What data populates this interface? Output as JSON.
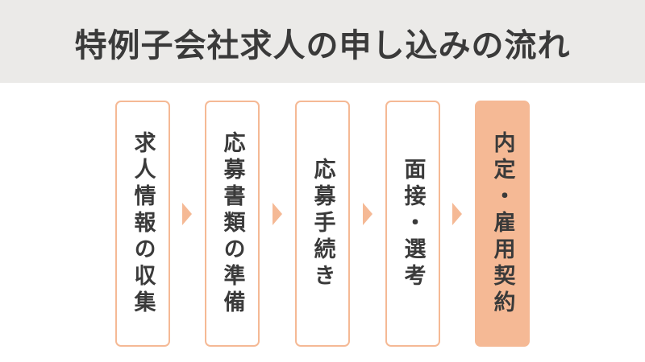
{
  "header": {
    "title": "特例子会社求人の申し込みの流れ"
  },
  "flow": {
    "steps": [
      {
        "label": "求人情報の収集",
        "active": false
      },
      {
        "label": "応募書類の準備",
        "active": false
      },
      {
        "label": "応募手続き",
        "active": false
      },
      {
        "label": "面接・選考",
        "active": false
      },
      {
        "label": "内定・雇用契約",
        "active": true
      }
    ],
    "arrow_icon": "triangle-right-icon"
  },
  "colors": {
    "header_bg": "#ebeae8",
    "accent": "#f5b995",
    "text": "#3a3a3a",
    "background": "#ffffff"
  }
}
